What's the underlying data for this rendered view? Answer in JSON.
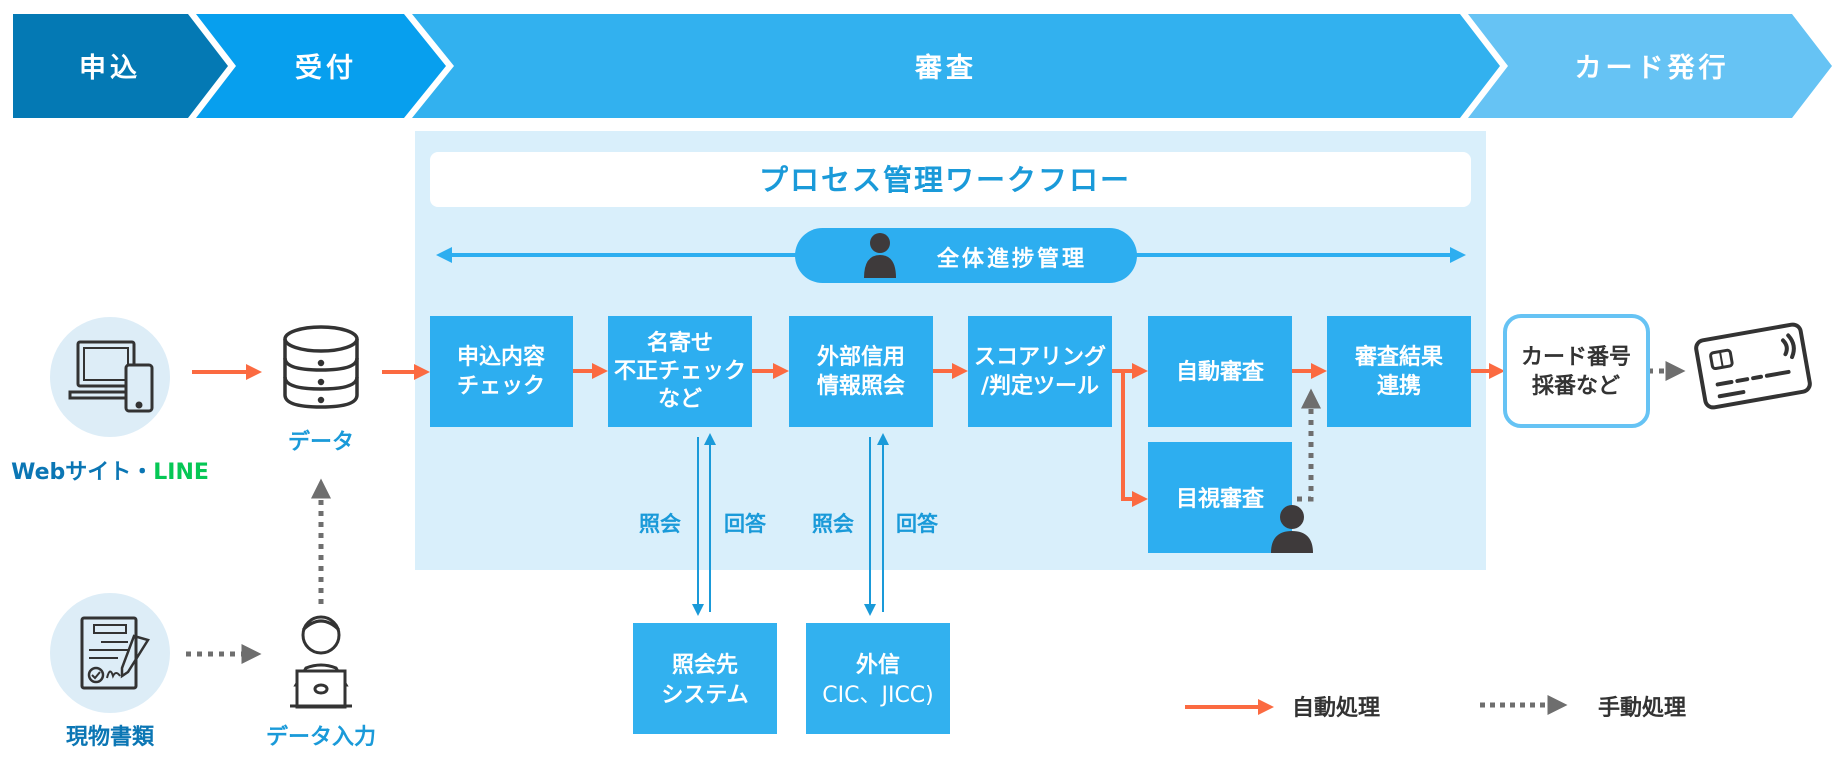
{
  "phases": [
    {
      "label": "申込",
      "color": "#0479b4"
    },
    {
      "label": "受付",
      "color": "#079fee"
    },
    {
      "label": "審査",
      "color": "#32b1ef"
    },
    {
      "label": "カード発行",
      "color": "#66c3f4"
    }
  ],
  "workflow": {
    "title": "プロセス管理ワークフロー",
    "overall_management": "全体進捗管理"
  },
  "sources": {
    "web_line": {
      "label_web": "Webサイト・",
      "label_line": "LINE"
    },
    "paper": {
      "label": "現物書類"
    },
    "data": {
      "label": "データ"
    },
    "data_entry": {
      "label": "データ入力"
    }
  },
  "steps": [
    {
      "lines": [
        "申込内容",
        "チェック"
      ]
    },
    {
      "lines": [
        "名寄せ",
        "不正チェック",
        "など"
      ]
    },
    {
      "lines": [
        "外部信用",
        "情報照会"
      ]
    },
    {
      "lines": [
        "スコアリング",
        "/判定ツール"
      ]
    },
    {
      "lines": [
        "自動審査"
      ]
    },
    {
      "lines": [
        "審査結果",
        "連携"
      ]
    }
  ],
  "visual_review": {
    "label": "目視審査"
  },
  "issuance": {
    "lines": [
      "カード番号",
      "採番など"
    ]
  },
  "external": [
    {
      "lines": [
        "照会先",
        "システム"
      ],
      "query": "照会",
      "answer": "回答"
    },
    {
      "lines": [
        "外信",
        "CIC、JICC)"
      ],
      "query": "照会",
      "answer": "回答"
    }
  ],
  "legend": {
    "auto": "自動処理",
    "manual": "手動処理"
  },
  "colors": {
    "auto_arrow": "#fb6a41",
    "manual_arrow": "#6e6e6e",
    "box": "#2daef0",
    "panel": "#d9effb",
    "line_green": "#06c755"
  }
}
